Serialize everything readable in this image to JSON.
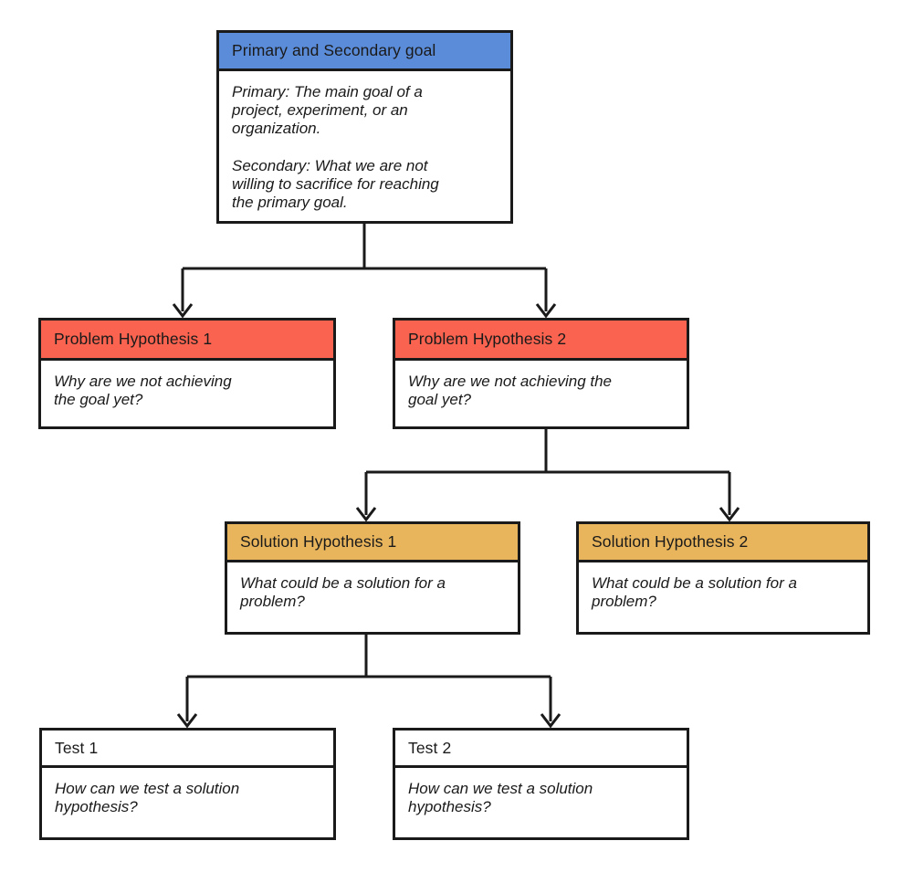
{
  "palette": {
    "goal_header": "#5b8cd9",
    "problem_header": "#f9634f",
    "solution_header": "#e8b55c",
    "test_header": "#ffffff",
    "line_color": "#1a1a1a",
    "background": "#ffffff"
  },
  "nodes": {
    "goal": {
      "title": "Primary and Secondary goal",
      "body": "Primary: The main goal of a\nproject, experiment, or an\norganization.\n\nSecondary: What we are not\nwilling to sacrifice for reaching\nthe primary goal."
    },
    "problem1": {
      "title": "Problem Hypothesis 1",
      "body": "Why are we not achieving\nthe goal yet?"
    },
    "problem2": {
      "title": "Problem Hypothesis 2",
      "body": "Why are we not achieving the\ngoal yet?"
    },
    "solution1": {
      "title": "Solution Hypothesis 1",
      "body": "What could be a solution for a\nproblem?"
    },
    "solution2": {
      "title": "Solution Hypothesis 2",
      "body": "What could be a solution for a\nproblem?"
    },
    "test1": {
      "title": "Test 1",
      "body": "How can we test a solution\nhypothesis?"
    },
    "test2": {
      "title": "Test 2",
      "body": "How can we test a solution\nhypothesis?"
    }
  }
}
